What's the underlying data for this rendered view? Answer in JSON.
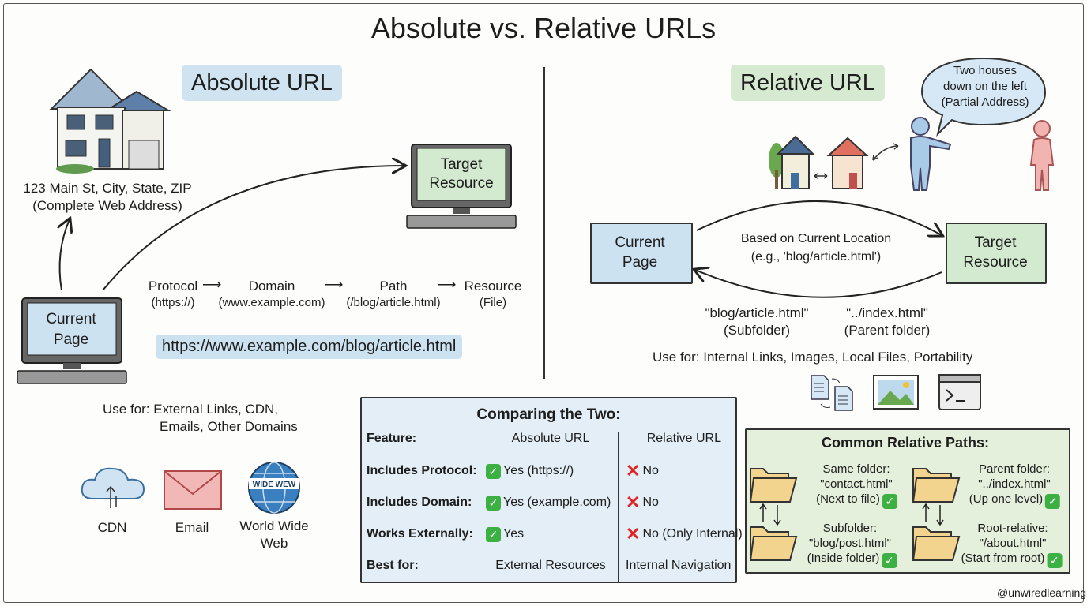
{
  "title": "Absolute vs. Relative URLs",
  "absolute": {
    "badge": "Absolute URL",
    "badge_color": "#cfe3f0",
    "house_caption_1": "123 Main St, City, State, ZIP",
    "house_caption_2": "(Complete Web Address)",
    "target_label_1": "Target",
    "target_label_2": "Resource",
    "current_label_1": "Current",
    "current_label_2": "Page",
    "parts": [
      {
        "name": "Protocol",
        "example": "(https://)"
      },
      {
        "name": "Domain",
        "example": "(www.example.com)"
      },
      {
        "name": "Path",
        "example": "(/blog/article.html)"
      },
      {
        "name": "Resource",
        "example": "(File)"
      }
    ],
    "url": "https://www.example.com/blog/article.html",
    "use_for_1": "Use for: External Links, CDN,",
    "use_for_2": "Emails, Other Domains",
    "icons": [
      {
        "icon": "cloud-icon",
        "label": "CDN"
      },
      {
        "icon": "envelope-icon",
        "label": "Email"
      },
      {
        "icon": "globe-icon",
        "label_1": "World Wide",
        "label_2": "Web",
        "globe_text": "WIDE WEW"
      }
    ]
  },
  "relative": {
    "badge": "Relative URL",
    "badge_color": "#d5ead0",
    "speech_1": "Two houses",
    "speech_2": "down on the left",
    "speech_3": "(Partial Address)",
    "current_label_1": "Current",
    "current_label_2": "Page",
    "target_label_1": "Target",
    "target_label_2": "Resource",
    "based_on_1": "Based on Current Location",
    "based_on_2": "(e.g., 'blog/article.html')",
    "examples": [
      {
        "path": "\"blog/article.html\"",
        "desc": "(Subfolder)"
      },
      {
        "path": "\"../index.html\"",
        "desc": "(Parent folder)"
      }
    ],
    "use_for": "Use for: Internal Links, Images, Local Files, Portability"
  },
  "comparison": {
    "title": "Comparing the Two:",
    "headers": [
      "Feature:",
      "Absolute URL",
      "Relative URL"
    ],
    "rows": [
      {
        "feature": "Includes Protocol:",
        "absolute": "Yes (https://)",
        "relative": "No",
        "abs_ok": true
      },
      {
        "feature": "Includes Domain:",
        "absolute": "Yes (example.com)",
        "relative": "No",
        "abs_ok": true
      },
      {
        "feature": "Works Externally:",
        "absolute": "Yes",
        "relative": "No (Only Internal)",
        "abs_ok": true
      },
      {
        "feature": "Best for:",
        "absolute": "External Resources",
        "relative": "Internal Navigation",
        "abs_ok": false
      }
    ],
    "bg_color": "#e3eef6"
  },
  "paths": {
    "title": "Common Relative Paths:",
    "items": [
      {
        "label": "Same folder:",
        "path": "\"contact.html\"",
        "desc": "(Next to file)"
      },
      {
        "label": "Subfolder:",
        "path": "\"blog/post.html\"",
        "desc": "(Inside folder)"
      },
      {
        "label": "Parent folder:",
        "path": "\"../index.html\"",
        "desc": "(Up one level)"
      },
      {
        "label": "Root-relative:",
        "path": "\"/about.html\"",
        "desc": "(Start from root)"
      }
    ],
    "bg_color": "#e4efdc"
  },
  "watermark": "@unwiredlearning"
}
